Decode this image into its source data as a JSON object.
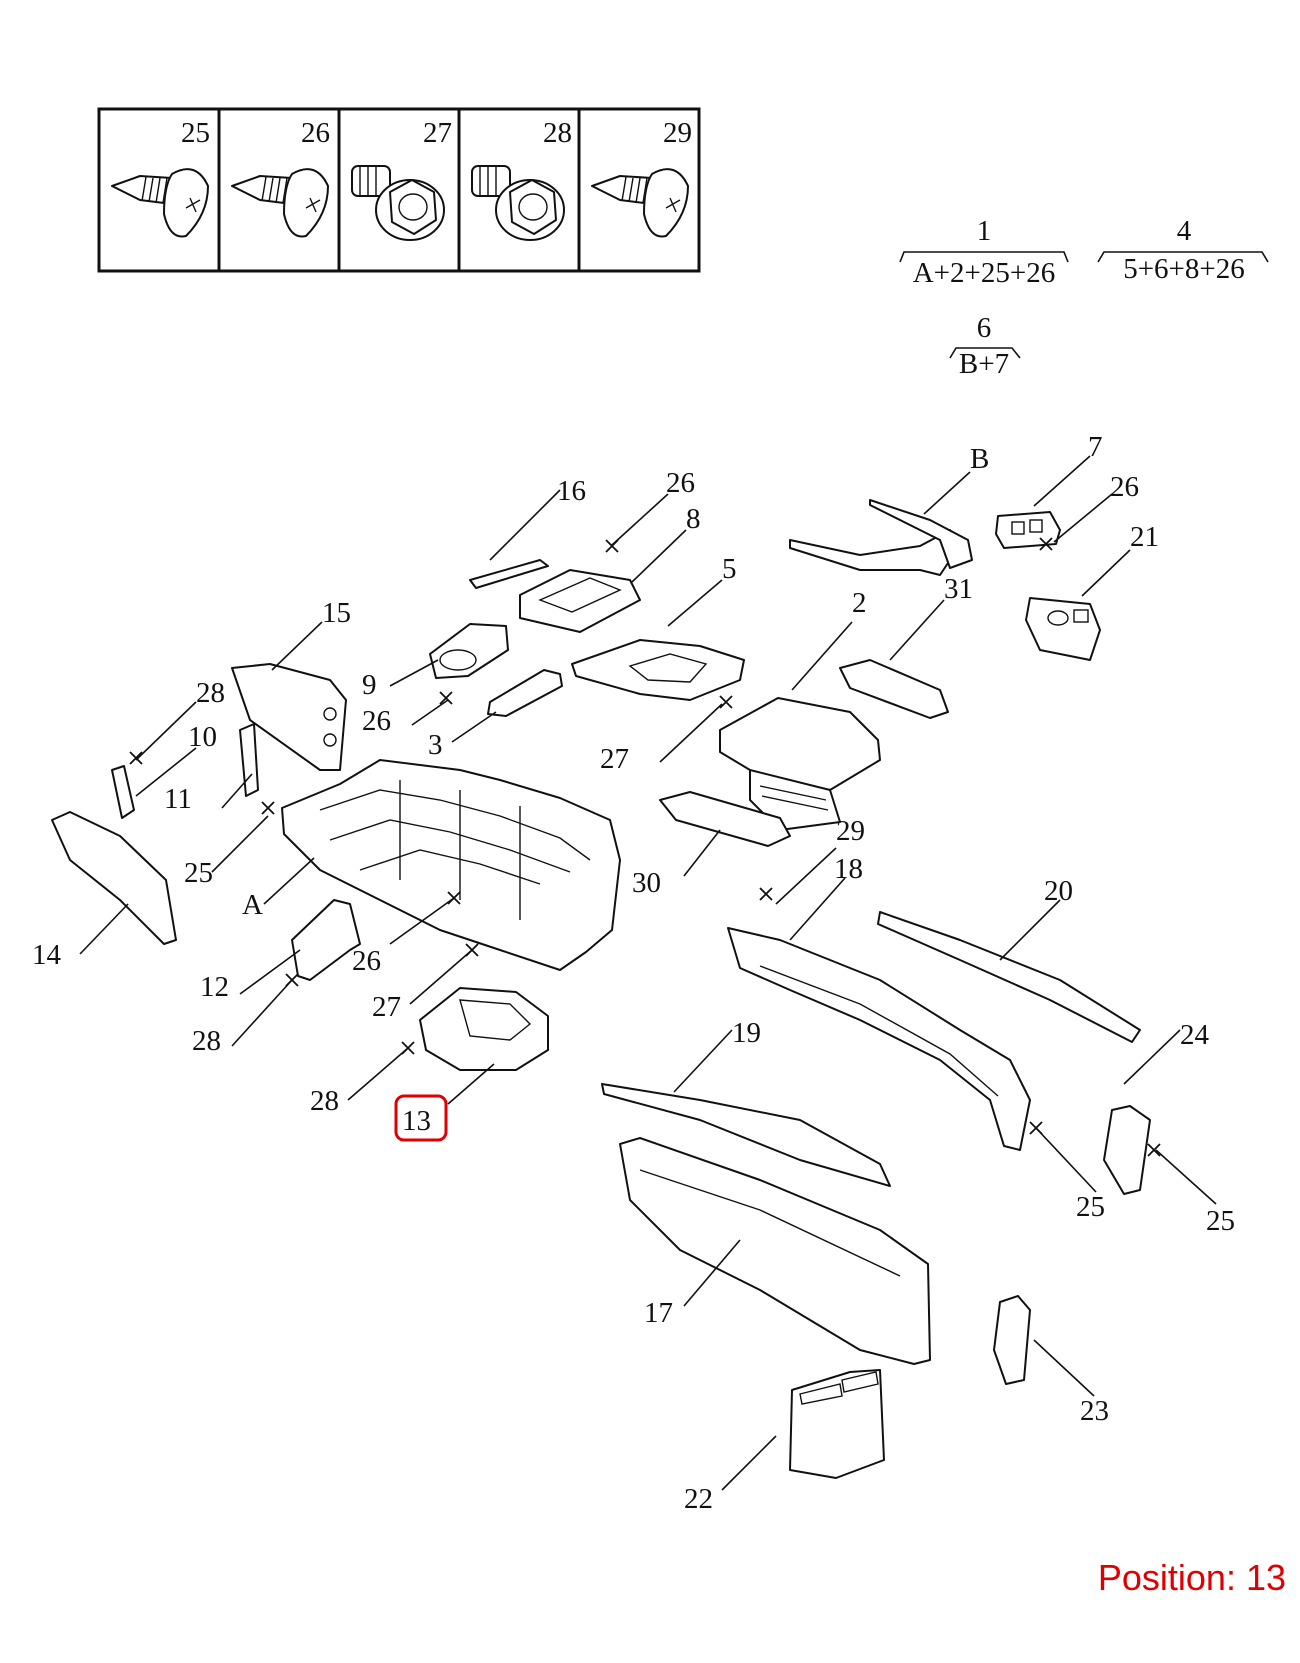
{
  "fastener_table": [
    {
      "number": "25",
      "kind": "screw"
    },
    {
      "number": "26",
      "kind": "screw"
    },
    {
      "number": "27",
      "kind": "bolt"
    },
    {
      "number": "28",
      "kind": "bolt"
    },
    {
      "number": "29",
      "kind": "screw"
    }
  ],
  "assemblies": [
    {
      "id": "1",
      "formula": "A+2+25+26"
    },
    {
      "id": "4",
      "formula": "5+6+8+26"
    },
    {
      "id": "6",
      "formula": "B+7"
    }
  ],
  "callouts": {
    "c16": "16",
    "c26a": "26",
    "c8": "8",
    "cB": "B",
    "c7": "7",
    "c26b": "26",
    "c21": "21",
    "c15": "15",
    "c5": "5",
    "c2": "2",
    "c31": "31",
    "c28a": "28",
    "c9": "9",
    "c26c": "26",
    "c10": "10",
    "c3": "3",
    "c27a": "27",
    "c11": "11",
    "c25a": "25",
    "cA": "A",
    "c29": "29",
    "c18": "18",
    "c30": "30",
    "c20": "20",
    "c14": "14",
    "c12": "12",
    "c26d": "26",
    "c27b": "27",
    "c28b": "28",
    "c28c": "28",
    "c13": "13",
    "c19": "19",
    "c24": "24",
    "c25b": "25",
    "c25c": "25",
    "c17": "17",
    "c23": "23",
    "c22": "22"
  },
  "highlight": {
    "part": "13",
    "color": "#e00000"
  },
  "position_label": "Position: 13",
  "colors": {
    "line": "#111111",
    "accent": "#e00000",
    "background": "#ffffff"
  }
}
